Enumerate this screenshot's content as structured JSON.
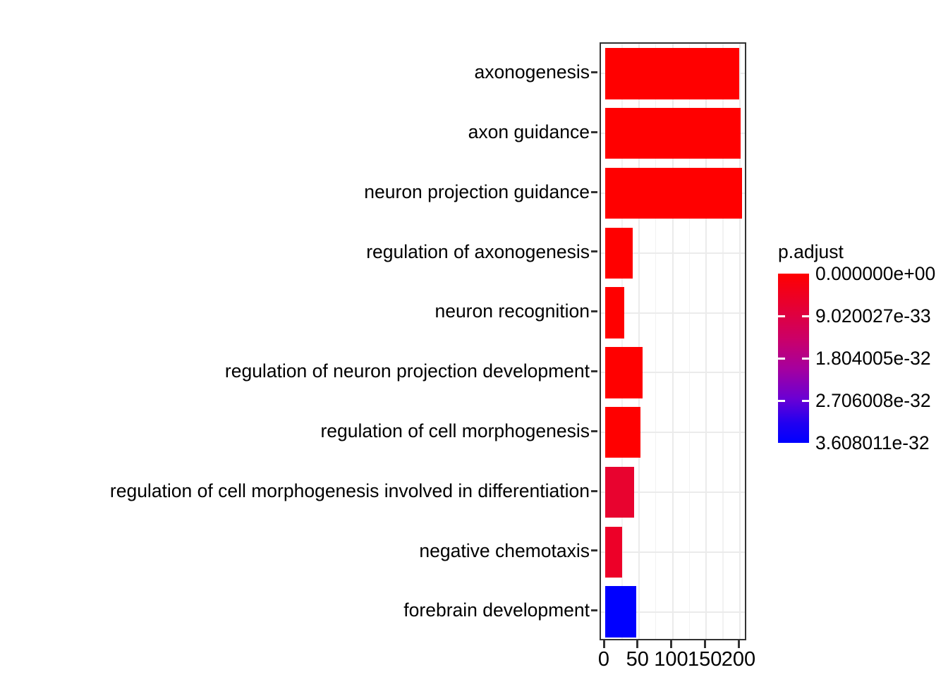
{
  "chart_data": {
    "type": "bar",
    "orientation": "horizontal",
    "title": "",
    "xlabel": "",
    "ylabel": "",
    "xlim": [
      0,
      205
    ],
    "grid": true,
    "x_ticks": [
      0,
      50,
      100,
      150,
      200
    ],
    "x_tick_labels": [
      "0",
      "50",
      "100",
      "150",
      "200"
    ],
    "x_minor_ticks": [
      25,
      75,
      125,
      175
    ],
    "categories": [
      "axonogenesis",
      "axon guidance",
      "neuron projection guidance",
      "regulation of axonogenesis",
      "neuron recognition",
      "regulation of neuron projection development",
      "regulation of cell morphogenesis",
      "regulation of cell morphogenesis involved in differentiation",
      "negative chemotaxis",
      "forebrain development"
    ],
    "values": [
      199,
      201,
      203,
      41,
      28,
      55,
      52,
      43,
      25,
      46
    ],
    "bar_colors": [
      "#FF0000",
      "#FF0000",
      "#FF0000",
      "#FF0000",
      "#FF0000",
      "#FF0000",
      "#FF0000",
      "#E8032F",
      "#ED0028",
      "#0000FF"
    ],
    "color_values": [
      0.0,
      0.0,
      0.0,
      0.0,
      0.0,
      0.0,
      0.0,
      3.6e-33,
      3.1e-33,
      3.608011e-32
    ],
    "legend": {
      "title": "p.adjust",
      "position": "right",
      "type": "continuous-colorbar",
      "gradient_high_color": "#FF0000",
      "gradient_low_color": "#0000FF",
      "ticks": [
        "0.000000e+00",
        "9.020027e-33",
        "1.804005e-32",
        "2.706008e-32",
        "3.608011e-32"
      ],
      "tick_values": [
        0.0,
        9.020027e-33,
        1.804005e-32,
        2.706008e-32,
        3.608011e-32
      ],
      "scale_min": 0.0,
      "scale_max": 3.608011e-32
    },
    "panel": {
      "background": "#FFFFFF",
      "border_color": "#333333",
      "gridline_color": "#EBEBEB"
    }
  }
}
